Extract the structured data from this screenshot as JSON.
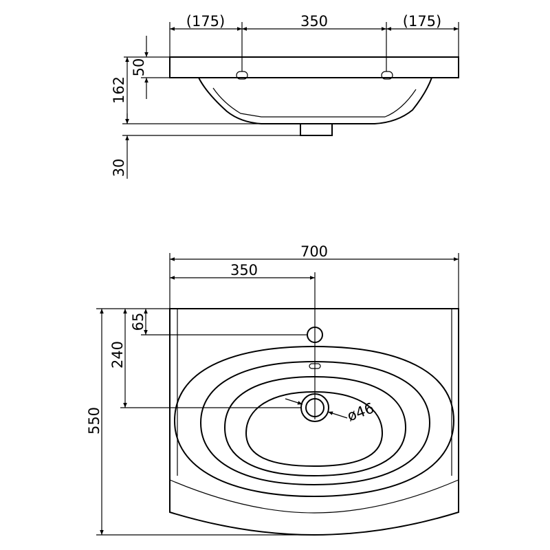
{
  "top_view_dims": {
    "hole_left_offset": "(175)",
    "hole_spacing": "350",
    "hole_right_offset": "(175)",
    "rim_thickness": "50",
    "basin_depth": "162",
    "drain_height": "30"
  },
  "plan_view_dims": {
    "overall_width": "700",
    "tap_hole_offset": "350",
    "tap_hole_from_back": "65",
    "drain_from_back": "240",
    "overall_depth": "550",
    "drain_diameter": "ø46"
  }
}
